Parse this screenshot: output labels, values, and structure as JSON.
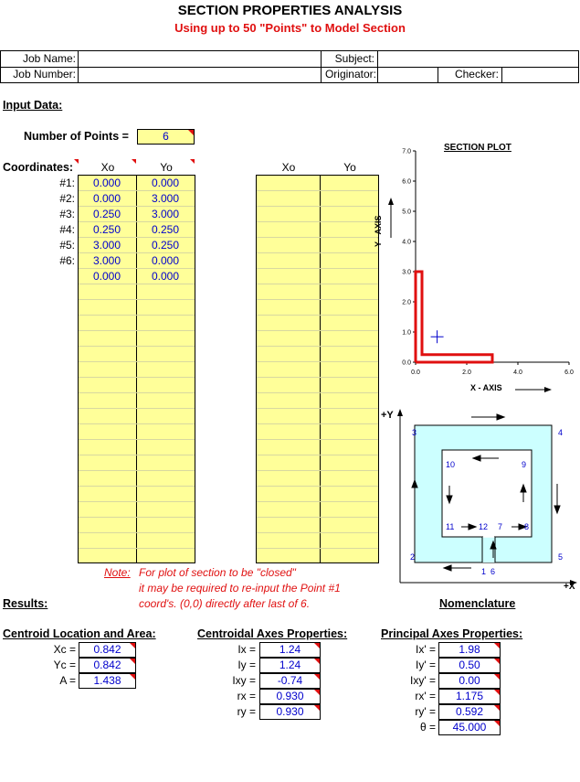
{
  "title": "SECTION PROPERTIES ANALYSIS",
  "subtitle": "Using up to 50 \"Points\" to Model Section",
  "header": {
    "job_name_label": "Job Name:",
    "job_number_label": "Job Number:",
    "subject_label": "Subject:",
    "originator_label": "Originator:",
    "checker_label": "Checker:",
    "job_name": "",
    "job_number": "",
    "subject": "",
    "originator": "",
    "checker": ""
  },
  "input": {
    "heading": "Input Data:",
    "num_points_label": "Number of Points =",
    "num_points": "6",
    "coords_label": "Coordinates:",
    "col_xo": "Xo",
    "col_yo": "Yo",
    "rows": [
      {
        "idx": "#1:",
        "xo": "0.000",
        "yo": "0.000"
      },
      {
        "idx": "#2:",
        "xo": "0.000",
        "yo": "3.000"
      },
      {
        "idx": "#3:",
        "xo": "0.250",
        "yo": "3.000"
      },
      {
        "idx": "#4:",
        "xo": "0.250",
        "yo": "0.250"
      },
      {
        "idx": "#5:",
        "xo": "3.000",
        "yo": "0.250"
      },
      {
        "idx": "#6:",
        "xo": "3.000",
        "yo": "0.000"
      },
      {
        "idx": "",
        "xo": "0.000",
        "yo": "0.000"
      }
    ],
    "col2_xo": "Xo",
    "col2_yo": "Yo"
  },
  "note": {
    "label": "Note:",
    "line1": "For plot of section to be \"closed\"",
    "line2": "it may be required to re-input the Point #1",
    "line3": "coord's. (0,0) directly after last of 6."
  },
  "plot": {
    "title": "SECTION PLOT",
    "x_axis_label": "X - AXIS",
    "y_axis_label": "Y - AXIS",
    "x_ticks": [
      "0.0",
      "2.0",
      "4.0",
      "6.0"
    ],
    "y_ticks": [
      "0.0",
      "1.0",
      "2.0",
      "3.0",
      "4.0",
      "5.0",
      "6.0",
      "7.0"
    ],
    "section_color": "#e01010",
    "centroid_color": "#0000cc"
  },
  "nomenclature": {
    "title": "Nomenclature",
    "plus_y": "+Y",
    "plus_x": "+X",
    "outer": [
      "3",
      "4",
      "2",
      "5"
    ],
    "inner": [
      "10",
      "9",
      "11",
      "12",
      "7",
      "8"
    ],
    "bottom": "1  6",
    "fill": "#ccffff"
  },
  "results": {
    "heading": "Results:",
    "centroid": {
      "title": "Centroid Location and Area:",
      "items": [
        {
          "label": "Xc =",
          "value": "0.842"
        },
        {
          "label": "Yc =",
          "value": "0.842"
        },
        {
          "label": "A =",
          "value": "1.438"
        }
      ]
    },
    "centroidal": {
      "title": "Centroidal Axes Properties:",
      "items": [
        {
          "label": "Ix =",
          "value": "1.24"
        },
        {
          "label": "Iy =",
          "value": "1.24"
        },
        {
          "label": "Ixy =",
          "value": "-0.74"
        },
        {
          "label": "rx =",
          "value": "0.930"
        },
        {
          "label": "ry =",
          "value": "0.930"
        }
      ]
    },
    "principal": {
      "title": "Principal Axes Properties:",
      "items": [
        {
          "label": "Ix' =",
          "value": "1.98"
        },
        {
          "label": "Iy' =",
          "value": "0.50"
        },
        {
          "label": "Ixy' =",
          "value": "0.00"
        },
        {
          "label": "rx' =",
          "value": "1.175"
        },
        {
          "label": "ry' =",
          "value": "0.592"
        },
        {
          "label": "θ =",
          "value": "45.000"
        }
      ]
    }
  }
}
